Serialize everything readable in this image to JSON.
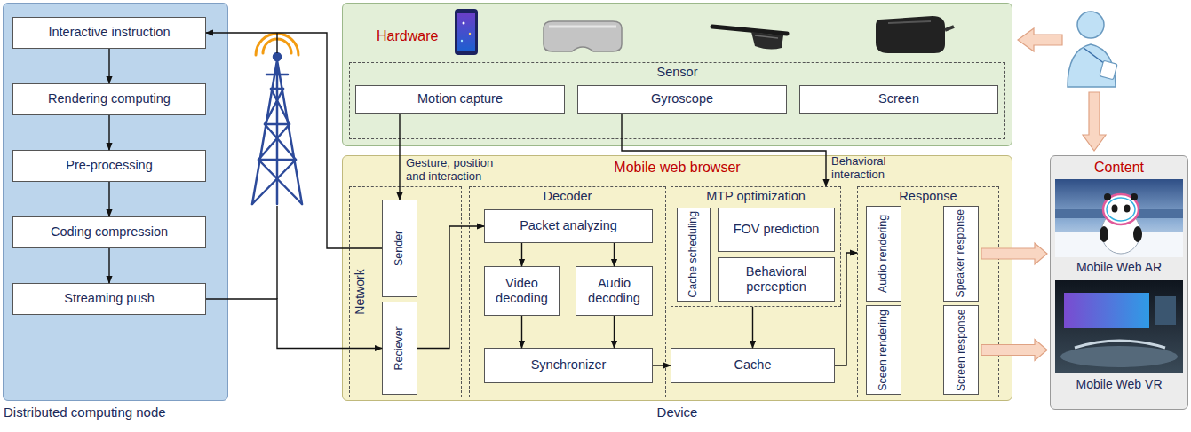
{
  "diagram": {
    "nodes": [
      {
        "text": [
          "Distributed computing node"
        ]
      },
      {
        "text": [
          "Interactive instruction"
        ],
        "in": 0
      },
      {
        "text": [
          "Rendering computing"
        ],
        "in": 0
      },
      {
        "text": [
          "Pre-processing"
        ],
        "in": 0
      },
      {
        "text": [
          "Coding compression"
        ],
        "in": 0
      },
      {
        "text": [
          "Streaming push"
        ],
        "in": 0
      },
      {
        "text": [
          "Hardware"
        ]
      },
      {
        "text": [
          "Sensor"
        ],
        "in": 6
      },
      {
        "text": [
          "Motion capture"
        ],
        "in": 7
      },
      {
        "text": [
          "Gyroscope"
        ],
        "in": 7
      },
      {
        "text": [
          "Screen"
        ],
        "in": 7
      },
      {
        "text": [
          "Mobile web browser",
          "Device"
        ]
      },
      {
        "text": [
          "Network"
        ],
        "in": 11
      },
      {
        "text": [
          "Sender"
        ],
        "in": 12
      },
      {
        "text": [
          "Reciever"
        ],
        "in": 12
      },
      {
        "text": [
          "Decoder"
        ],
        "in": 11
      },
      {
        "text": [
          "Packet analyzing"
        ],
        "in": 15
      },
      {
        "text": [
          "Video decoding"
        ],
        "in": 15
      },
      {
        "text": [
          "Audio decoding"
        ],
        "in": 15
      },
      {
        "text": [
          "Synchronizer"
        ],
        "in": 15
      },
      {
        "text": [
          "MTP optimization"
        ],
        "in": 11
      },
      {
        "text": [
          "Cache scheduling"
        ],
        "in": 20
      },
      {
        "text": [
          "FOV prediction"
        ],
        "in": 20
      },
      {
        "text": [
          "Behavioral perception"
        ],
        "in": 20
      },
      {
        "text": [
          "Cache"
        ],
        "in": 11
      },
      {
        "text": [
          "Response"
        ],
        "in": 11
      },
      {
        "text": [
          "Audio rendering"
        ],
        "in": 25
      },
      {
        "text": [
          "Speaker response"
        ],
        "in": 25
      },
      {
        "text": [
          "Sceen rendering"
        ],
        "in": 25
      },
      {
        "text": [
          "Screen response"
        ],
        "in": 25
      },
      {
        "text": [
          "Content",
          "Mobile Web AR",
          "Mobile Web VR"
        ]
      }
    ],
    "edges": [
      {
        "from": 1,
        "to": 2,
        "arrow": "to"
      },
      {
        "from": 2,
        "to": 3,
        "arrow": "to"
      },
      {
        "from": 3,
        "to": 4,
        "arrow": "to"
      },
      {
        "from": 4,
        "to": 5,
        "arrow": "to"
      },
      {
        "from": 5,
        "to": 14,
        "arrow": "to"
      },
      {
        "from": 13,
        "to": 1,
        "arrow": "to"
      },
      {
        "from": 8,
        "to": 13,
        "label": "Gesture, position and interaction",
        "arrow": "to"
      },
      {
        "from": 14,
        "to": 16,
        "arrow": "to"
      },
      {
        "from": 16,
        "to": 17,
        "arrow": "to"
      },
      {
        "from": 16,
        "to": 18,
        "arrow": "to"
      },
      {
        "from": 17,
        "to": 19,
        "arrow": "to"
      },
      {
        "from": 18,
        "to": 19,
        "arrow": "to"
      },
      {
        "from": 19,
        "to": 24,
        "arrow": "to"
      },
      {
        "from": 9,
        "to": 20,
        "label": "Behavioral interaction",
        "arrow": "to"
      },
      {
        "from": 20,
        "to": 24,
        "arrow": "to"
      },
      {
        "from": 24,
        "to": 25,
        "arrow": "to"
      },
      {
        "from": 27,
        "to": 30,
        "arrow": "to"
      },
      {
        "from": 29,
        "to": 30,
        "arrow": "to"
      }
    ]
  }
}
